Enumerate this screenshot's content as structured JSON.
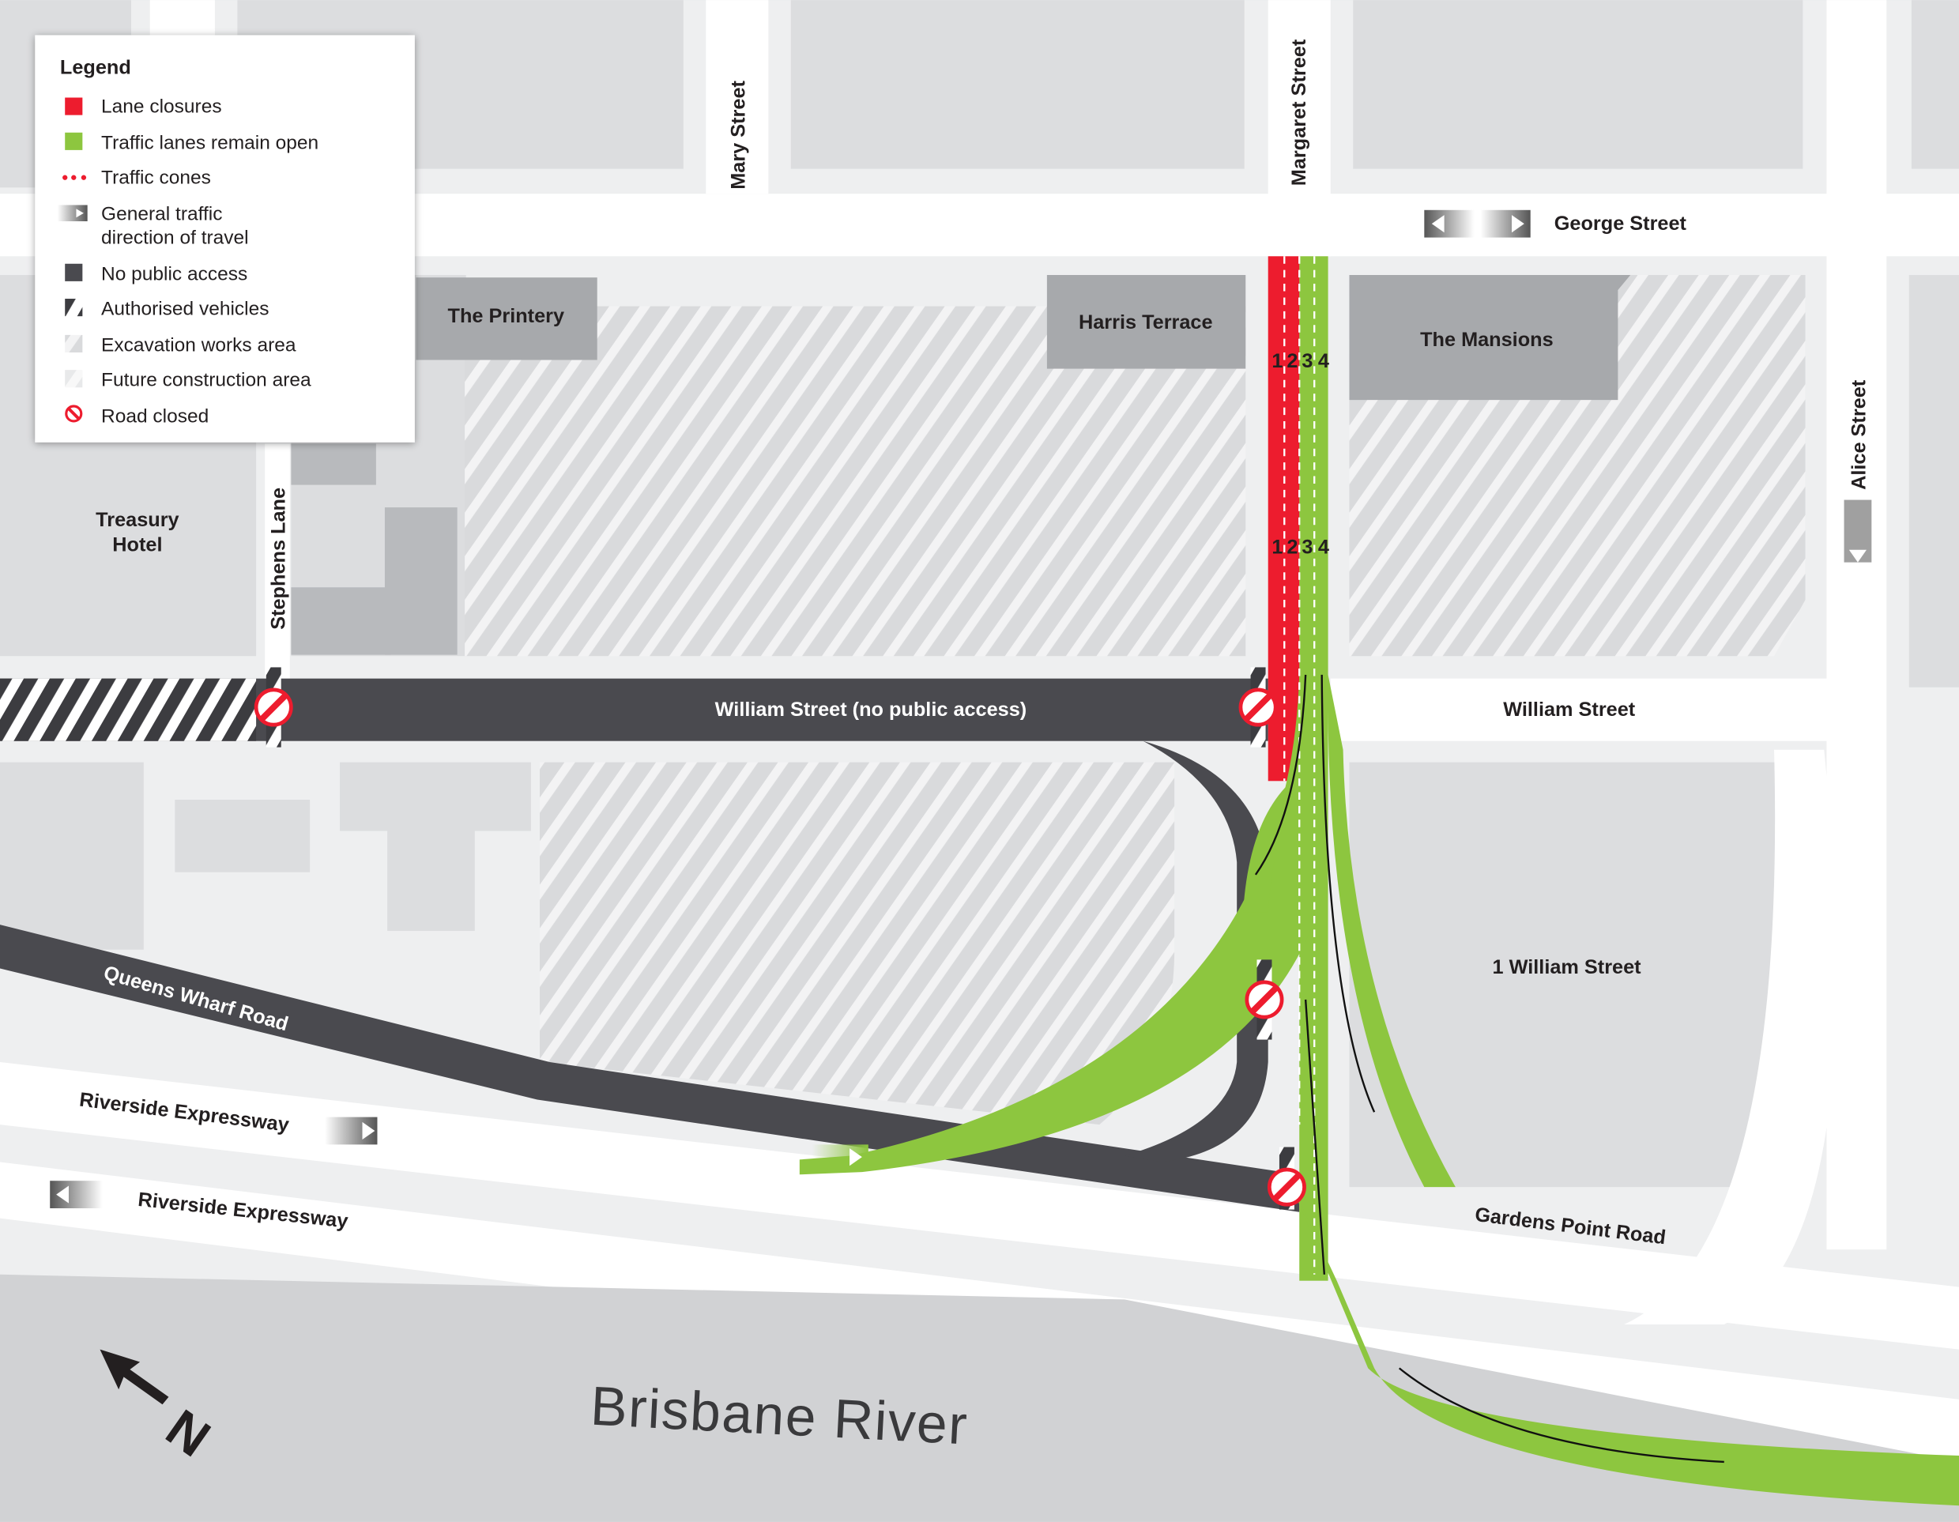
{
  "legend": {
    "title": "Legend",
    "items": [
      {
        "label": "Lane closures",
        "icon": "red-square",
        "color": "#ed1c2e"
      },
      {
        "label": "Traffic lanes remain open",
        "icon": "green-square",
        "color": "#8dc63f"
      },
      {
        "label": "Traffic cones",
        "icon": "red-dots",
        "color": "#ed1c2e"
      },
      {
        "label": "General traffic",
        "label2": "direction of travel",
        "icon": "direction-arrow"
      },
      {
        "label": "No public access",
        "icon": "dark-square",
        "color": "#4a4a4f"
      },
      {
        "label": "Authorised vehicles",
        "icon": "black-hatch"
      },
      {
        "label": "Excavation works area",
        "icon": "grey-hatch"
      },
      {
        "label": "Future construction area",
        "icon": "light-hatch"
      },
      {
        "label": "Road closed",
        "icon": "road-closed-sign"
      }
    ]
  },
  "streets": {
    "mary": "Mary Street",
    "margaret": "Margaret Street",
    "george": "George Street",
    "alice": "Alice Street",
    "stephens": "Stephens Lane",
    "william_closed": "William Street (no public access)",
    "william": "William Street",
    "queens_wharf": "Queens Wharf Road",
    "riverside_1": "Riverside Expressway",
    "riverside_2": "Riverside Expressway",
    "gardens_point": "Gardens Point Road"
  },
  "buildings": {
    "printery": "The Printery",
    "harris": "Harris Terrace",
    "mansions": "The Mansions",
    "treasury_1": "Treasury",
    "treasury_2": "Hotel",
    "one_william": "1 William Street"
  },
  "lanes": {
    "numbers": [
      "1",
      "2",
      "3",
      "4"
    ]
  },
  "river": "Brisbane River",
  "north": "N",
  "colors": {
    "closure": "#ed1c2e",
    "open": "#8dc63f",
    "restricted": "#4a4a4f",
    "road": "#ffffff",
    "block": "#dcdddf",
    "building": "#a7a9ac",
    "river": "#d1d2d4"
  }
}
